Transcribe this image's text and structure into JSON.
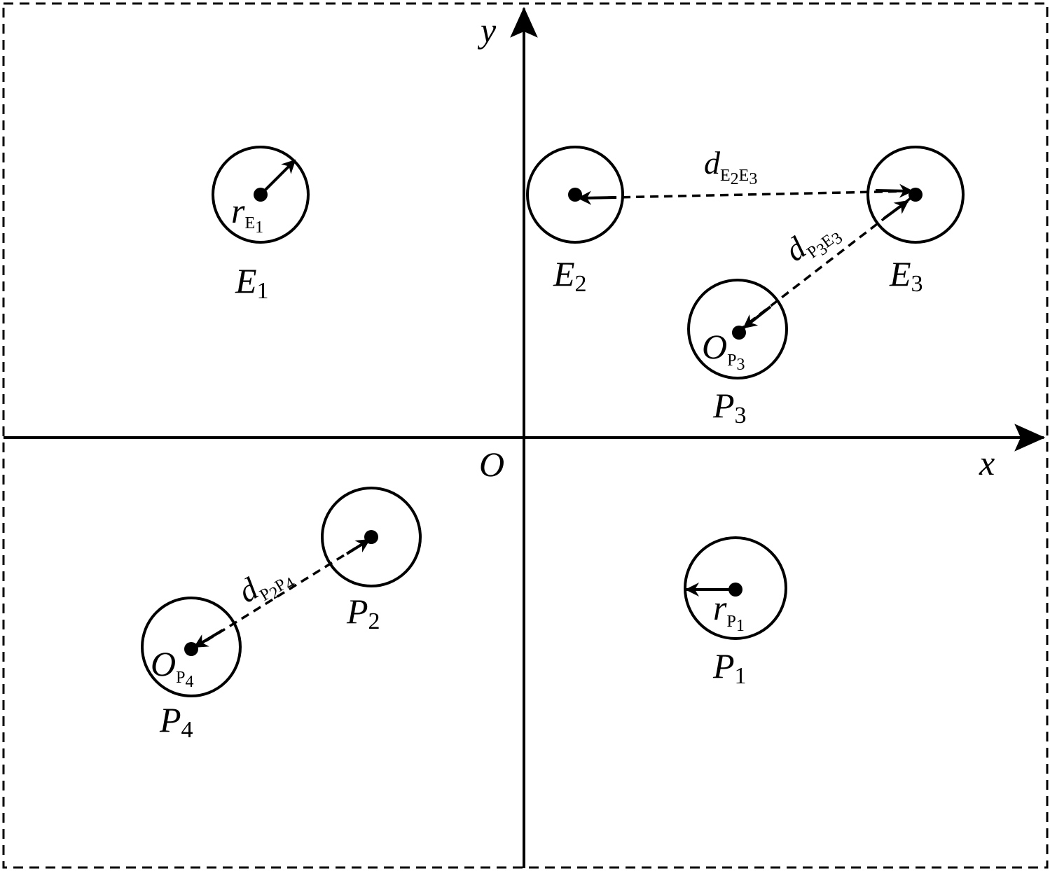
{
  "axes": {
    "x": "x",
    "y": "y",
    "origin": "O"
  },
  "agents": {
    "E1": {
      "name": "E",
      "sub": "1",
      "radius_main": "r",
      "radius_sub": "E",
      "radius_subsub": "1"
    },
    "E2": {
      "name": "E",
      "sub": "2"
    },
    "E3": {
      "name": "E",
      "sub": "3"
    },
    "P1": {
      "name": "P",
      "sub": "1",
      "radius_main": "r",
      "radius_sub": "P",
      "radius_subsub": "1"
    },
    "P2": {
      "name": "P",
      "sub": "2"
    },
    "P3": {
      "name": "P",
      "sub": "3",
      "center_main": "O",
      "center_sub": "P",
      "center_subsub": "3"
    },
    "P4": {
      "name": "P",
      "sub": "4",
      "center_main": "O",
      "center_sub": "P",
      "center_subsub": "4"
    }
  },
  "distances": {
    "E2E3": {
      "main": "d",
      "s1": "E",
      "s1sub": "2",
      "s2": "E",
      "s2sub": "3"
    },
    "P3E3": {
      "main": "d",
      "s1": "P",
      "s1sub": "3",
      "s2": "E",
      "s2sub": "3"
    },
    "P2P4": {
      "main": "d",
      "s1": "P",
      "s1sub": "2",
      "s2": "P",
      "s2sub": "4"
    }
  }
}
